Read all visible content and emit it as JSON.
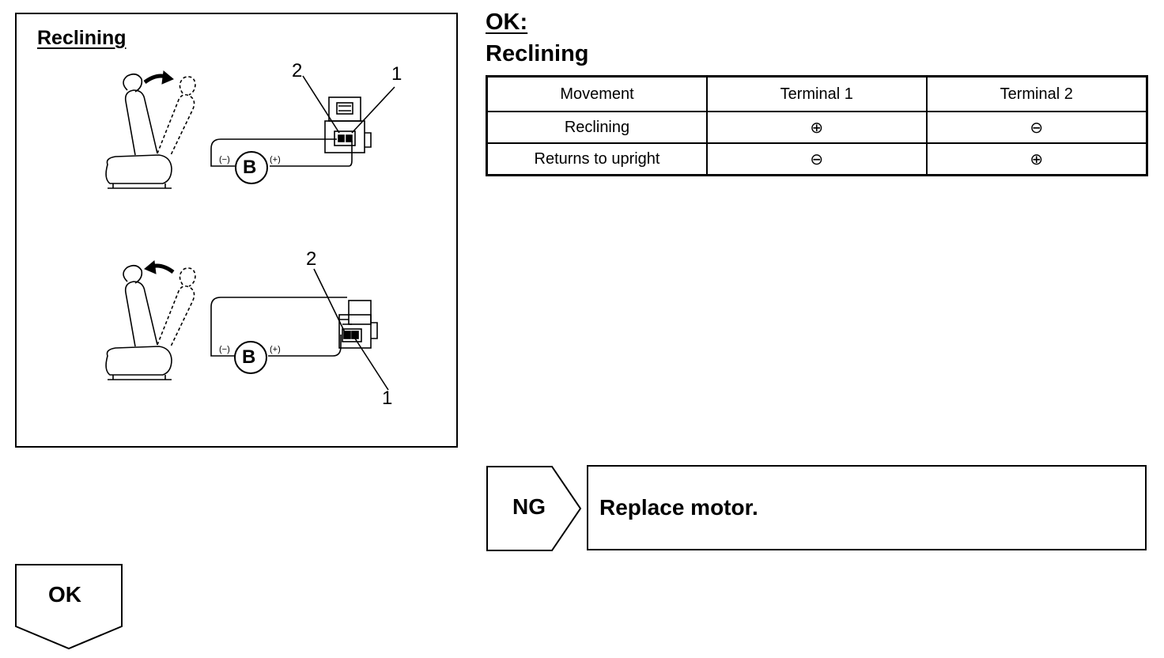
{
  "illustration": {
    "title": "Reclining",
    "top_diagram": {
      "terminal_left": "2",
      "terminal_right": "1",
      "battery": "B",
      "neg": "(−)",
      "pos": "(+)"
    },
    "bottom_diagram": {
      "terminal_top": "2",
      "terminal_bottom": "1",
      "battery": "B",
      "neg": "(−)",
      "pos": "(+)"
    }
  },
  "heading": {
    "ok": "OK:",
    "title": "Reclining"
  },
  "table": {
    "headers": [
      "Movement",
      "Terminal 1",
      "Terminal 2"
    ],
    "rows": [
      [
        "Reclining",
        "⊕",
        "⊖"
      ],
      [
        "Returns to upright",
        "⊖",
        "⊕"
      ]
    ]
  },
  "ng": {
    "tag": "NG",
    "action": "Replace motor."
  },
  "ok": {
    "tag": "OK"
  }
}
